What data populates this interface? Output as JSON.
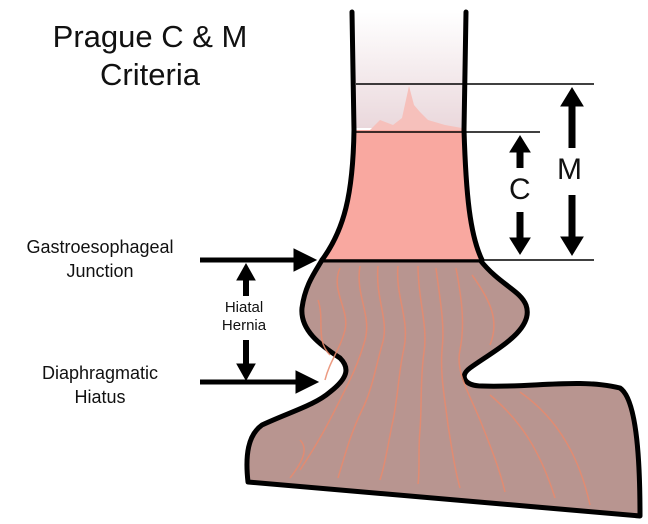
{
  "title": {
    "line1": "Prague C & M",
    "line2": "Criteria"
  },
  "labels": {
    "gej_line1": "Gastroesophageal",
    "gej_line2": "Junction",
    "hiatus_line1": "Diaphragmatic",
    "hiatus_line2": "Hiatus",
    "hernia_line1": "Hiatal",
    "hernia_line2": "Hernia",
    "c": "C",
    "m": "M"
  },
  "colors": {
    "outline": "#000000",
    "stomach": "#b89590",
    "columnar": "#f9a8a0",
    "squamous_top": "#ead8dc",
    "tongue": "#f6c0bb",
    "folds": "#e98a6d"
  }
}
